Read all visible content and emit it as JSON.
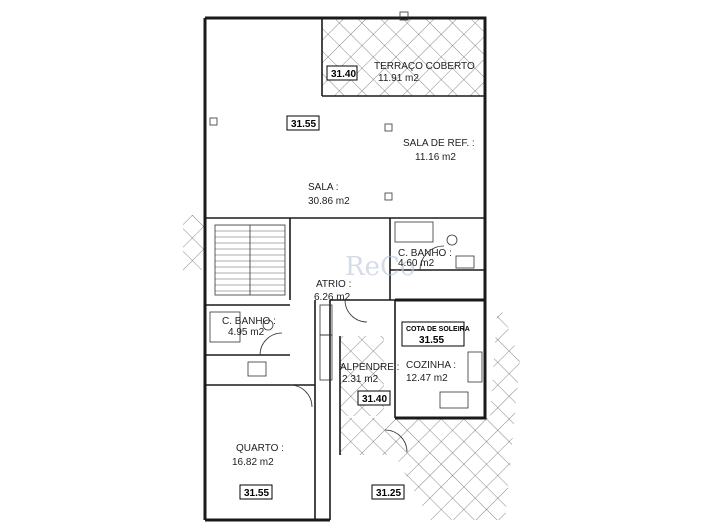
{
  "rooms": {
    "terraco": {
      "name": "TERRAÇO COBERTO",
      "area": "11.91 m2"
    },
    "sala_ref": {
      "name": "SALA DE REF. :",
      "area": "11.16 m2"
    },
    "sala": {
      "name": "SALA :",
      "area": "30.86 m2"
    },
    "banho1": {
      "name": "C. BANHO :",
      "area": "4.60 m2"
    },
    "atrio": {
      "name": "ATRIO :",
      "area": "6.26 m2"
    },
    "banho2": {
      "name": "C. BANHO :",
      "area": "4.95 m2"
    },
    "cozinha": {
      "name": "COZINHA :",
      "area": "12.47 m2"
    },
    "alpendre": {
      "name": "ALPENDRE :",
      "area": "2.31 m2"
    },
    "quarto": {
      "name": "QUARTO :",
      "area": "16.82 m2"
    }
  },
  "levels": {
    "l1": "31.40",
    "l2": "31.55",
    "cota_label": "COTA DE SOLEIRA",
    "cota_value": "31.55",
    "l3": "31.40",
    "l4": "31.55",
    "l5": "31.25"
  },
  "watermark": "ReCo",
  "colors": {
    "line": "#1a1a1a",
    "hatch": "#555555"
  }
}
